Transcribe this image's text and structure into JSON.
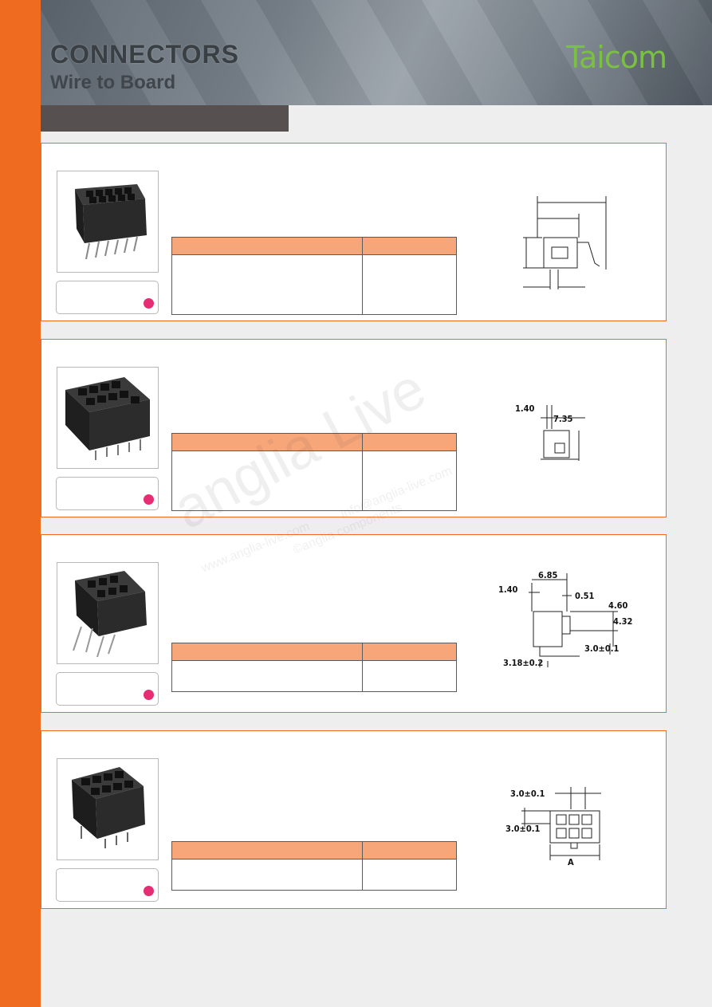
{
  "header": {
    "title": "CONNECTORS",
    "subtitle": "Wire to Board",
    "logo_text": "Taicom"
  },
  "colors": {
    "accent_orange": "#ef6b1f",
    "table_header": "#f7a67a",
    "badge_dot": "#e62d74",
    "logo_green": "#7ac143"
  },
  "products": [
    {
      "dimensions": []
    },
    {
      "dimensions": [
        "1.40",
        "7.35"
      ]
    },
    {
      "dimensions": [
        "6.85",
        "1.40",
        "0.51",
        "4.60",
        "4.32",
        "3.0±0.1",
        "3.18±0.2"
      ]
    },
    {
      "dimensions": [
        "3.0±0.1",
        "3.0±0.1",
        "A"
      ]
    }
  ],
  "watermark": {
    "brand": "anglia Live",
    "line1": "www.anglia-live.com",
    "line2": "info@anglia-live.com",
    "line3": "©anglia components"
  }
}
